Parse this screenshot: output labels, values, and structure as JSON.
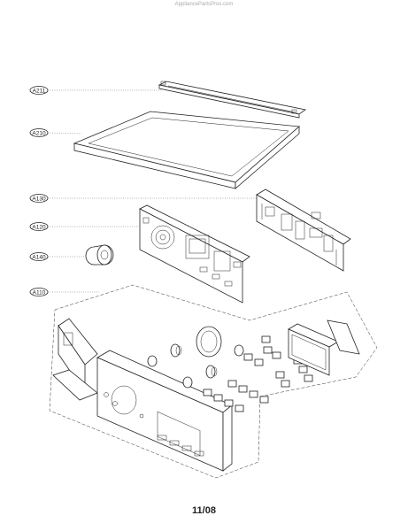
{
  "watermark": "AppliancePartsPros.com",
  "footer": {
    "date_code": "11/08"
  },
  "callouts": [
    {
      "id": "a211",
      "label": "A211"
    },
    {
      "id": "a210",
      "label": "A210"
    },
    {
      "id": "a130",
      "label": "A130"
    },
    {
      "id": "a120",
      "label": "A120"
    },
    {
      "id": "a140",
      "label": "A140"
    },
    {
      "id": "a110",
      "label": "A110"
    }
  ]
}
